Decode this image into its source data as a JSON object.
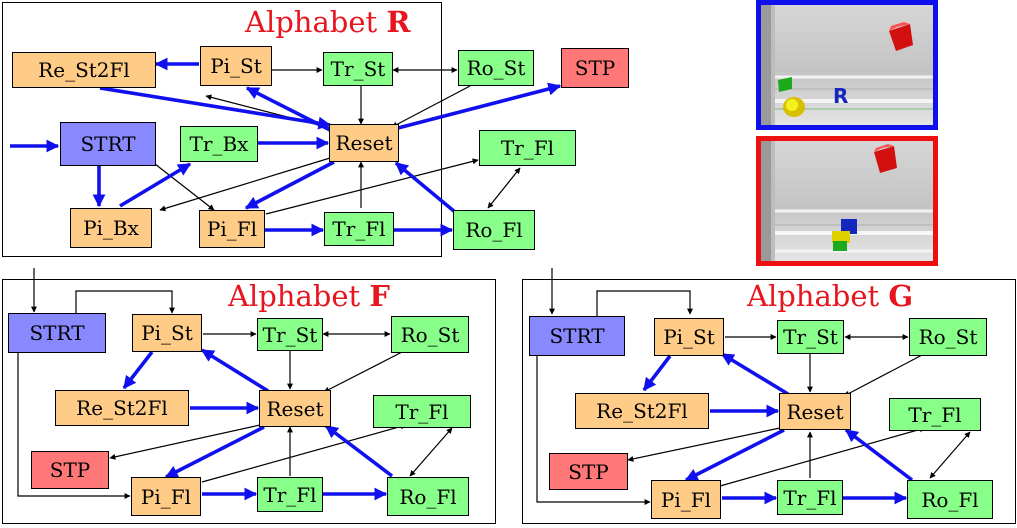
{
  "colors": {
    "title_red": "#e8141e",
    "node_orange": "#ffcc88",
    "node_green": "#88ff88",
    "node_blue": "#8888ff",
    "node_red": "#ff7777",
    "edge_blue": "#1010ee",
    "frame_top_blue": "#1010ee",
    "frame_bottom_red": "#ee1010"
  },
  "panels": {
    "R": {
      "title_prefix": "Alphabet ",
      "title_letter": "R",
      "nodes": {
        "re_st2fl": "Re_St2Fl",
        "pi_st": "Pi_St",
        "tr_st": "Tr_St",
        "ro_st": "Ro_St",
        "stp": "STP",
        "strt": "STRT",
        "tr_bx": "Tr_Bx",
        "reset": "Reset",
        "tr_fl_top": "Tr_Fl",
        "pi_bx": "Pi_Bx",
        "pi_fl": "Pi_Fl",
        "tr_fl": "Tr_Fl",
        "ro_fl": "Ro_Fl"
      }
    },
    "F": {
      "title_prefix": "Alphabet ",
      "title_letter": "F",
      "nodes": {
        "strt": "STRT",
        "pi_st": "Pi_St",
        "tr_st": "Tr_St",
        "ro_st": "Ro_St",
        "re_st2fl": "Re_St2Fl",
        "reset": "Reset",
        "tr_fl_top": "Tr_Fl",
        "stp": "STP",
        "pi_fl": "Pi_Fl",
        "tr_fl": "Tr_Fl",
        "ro_fl": "Ro_Fl"
      }
    },
    "G": {
      "title_prefix": "Alphabet ",
      "title_letter": "G",
      "nodes": {
        "strt": "STRT",
        "pi_st": "Pi_St",
        "tr_st": "Tr_St",
        "ro_st": "Ro_St",
        "re_st2fl": "Re_St2Fl",
        "reset": "Reset",
        "tr_fl_top": "Tr_Fl",
        "stp": "STP",
        "pi_fl": "Pi_Fl",
        "tr_fl": "Tr_Fl",
        "ro_fl": "Ro_Fl"
      }
    }
  },
  "scenes": {
    "top_frame_letter": "R"
  }
}
